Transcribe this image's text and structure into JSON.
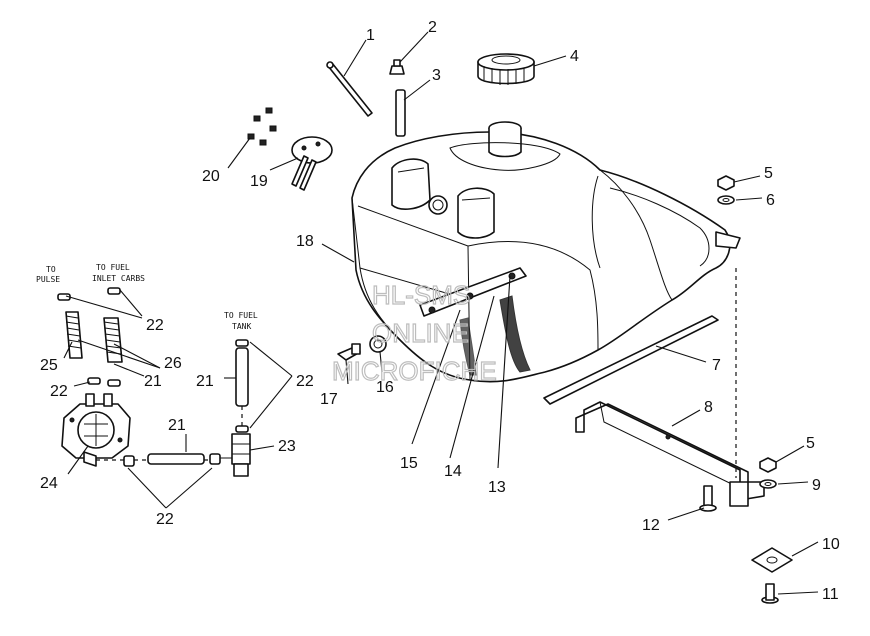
{
  "labels": {
    "l1": "1",
    "l2": "2",
    "l3": "3",
    "l4": "4",
    "l5a": "5",
    "l5b": "5",
    "l6": "6",
    "l7": "7",
    "l8": "8",
    "l9": "9",
    "l10": "10",
    "l11": "11",
    "l12": "12",
    "l13": "13",
    "l14": "14",
    "l15": "15",
    "l16": "16",
    "l17": "17",
    "l18": "18",
    "l19": "19",
    "l20": "20",
    "l21a": "21",
    "l21b": "21",
    "l21c": "21",
    "l22a": "22",
    "l22b": "22",
    "l22c": "22",
    "l22d": "22",
    "l23": "23",
    "l24": "24",
    "l25": "25",
    "l26": "26"
  },
  "notes": {
    "to_pulse_1": "TO",
    "to_pulse_2": "PULSE",
    "to_fuel_inlet_1": "TO FUEL",
    "to_fuel_inlet_2": "INLET CARBS",
    "to_fuel_tank_1": "TO FUEL",
    "to_fuel_tank_2": "TANK"
  },
  "watermark": {
    "line1": "HL-SMS",
    "line2": "ONLINE",
    "line3": "MICROFICHE"
  }
}
